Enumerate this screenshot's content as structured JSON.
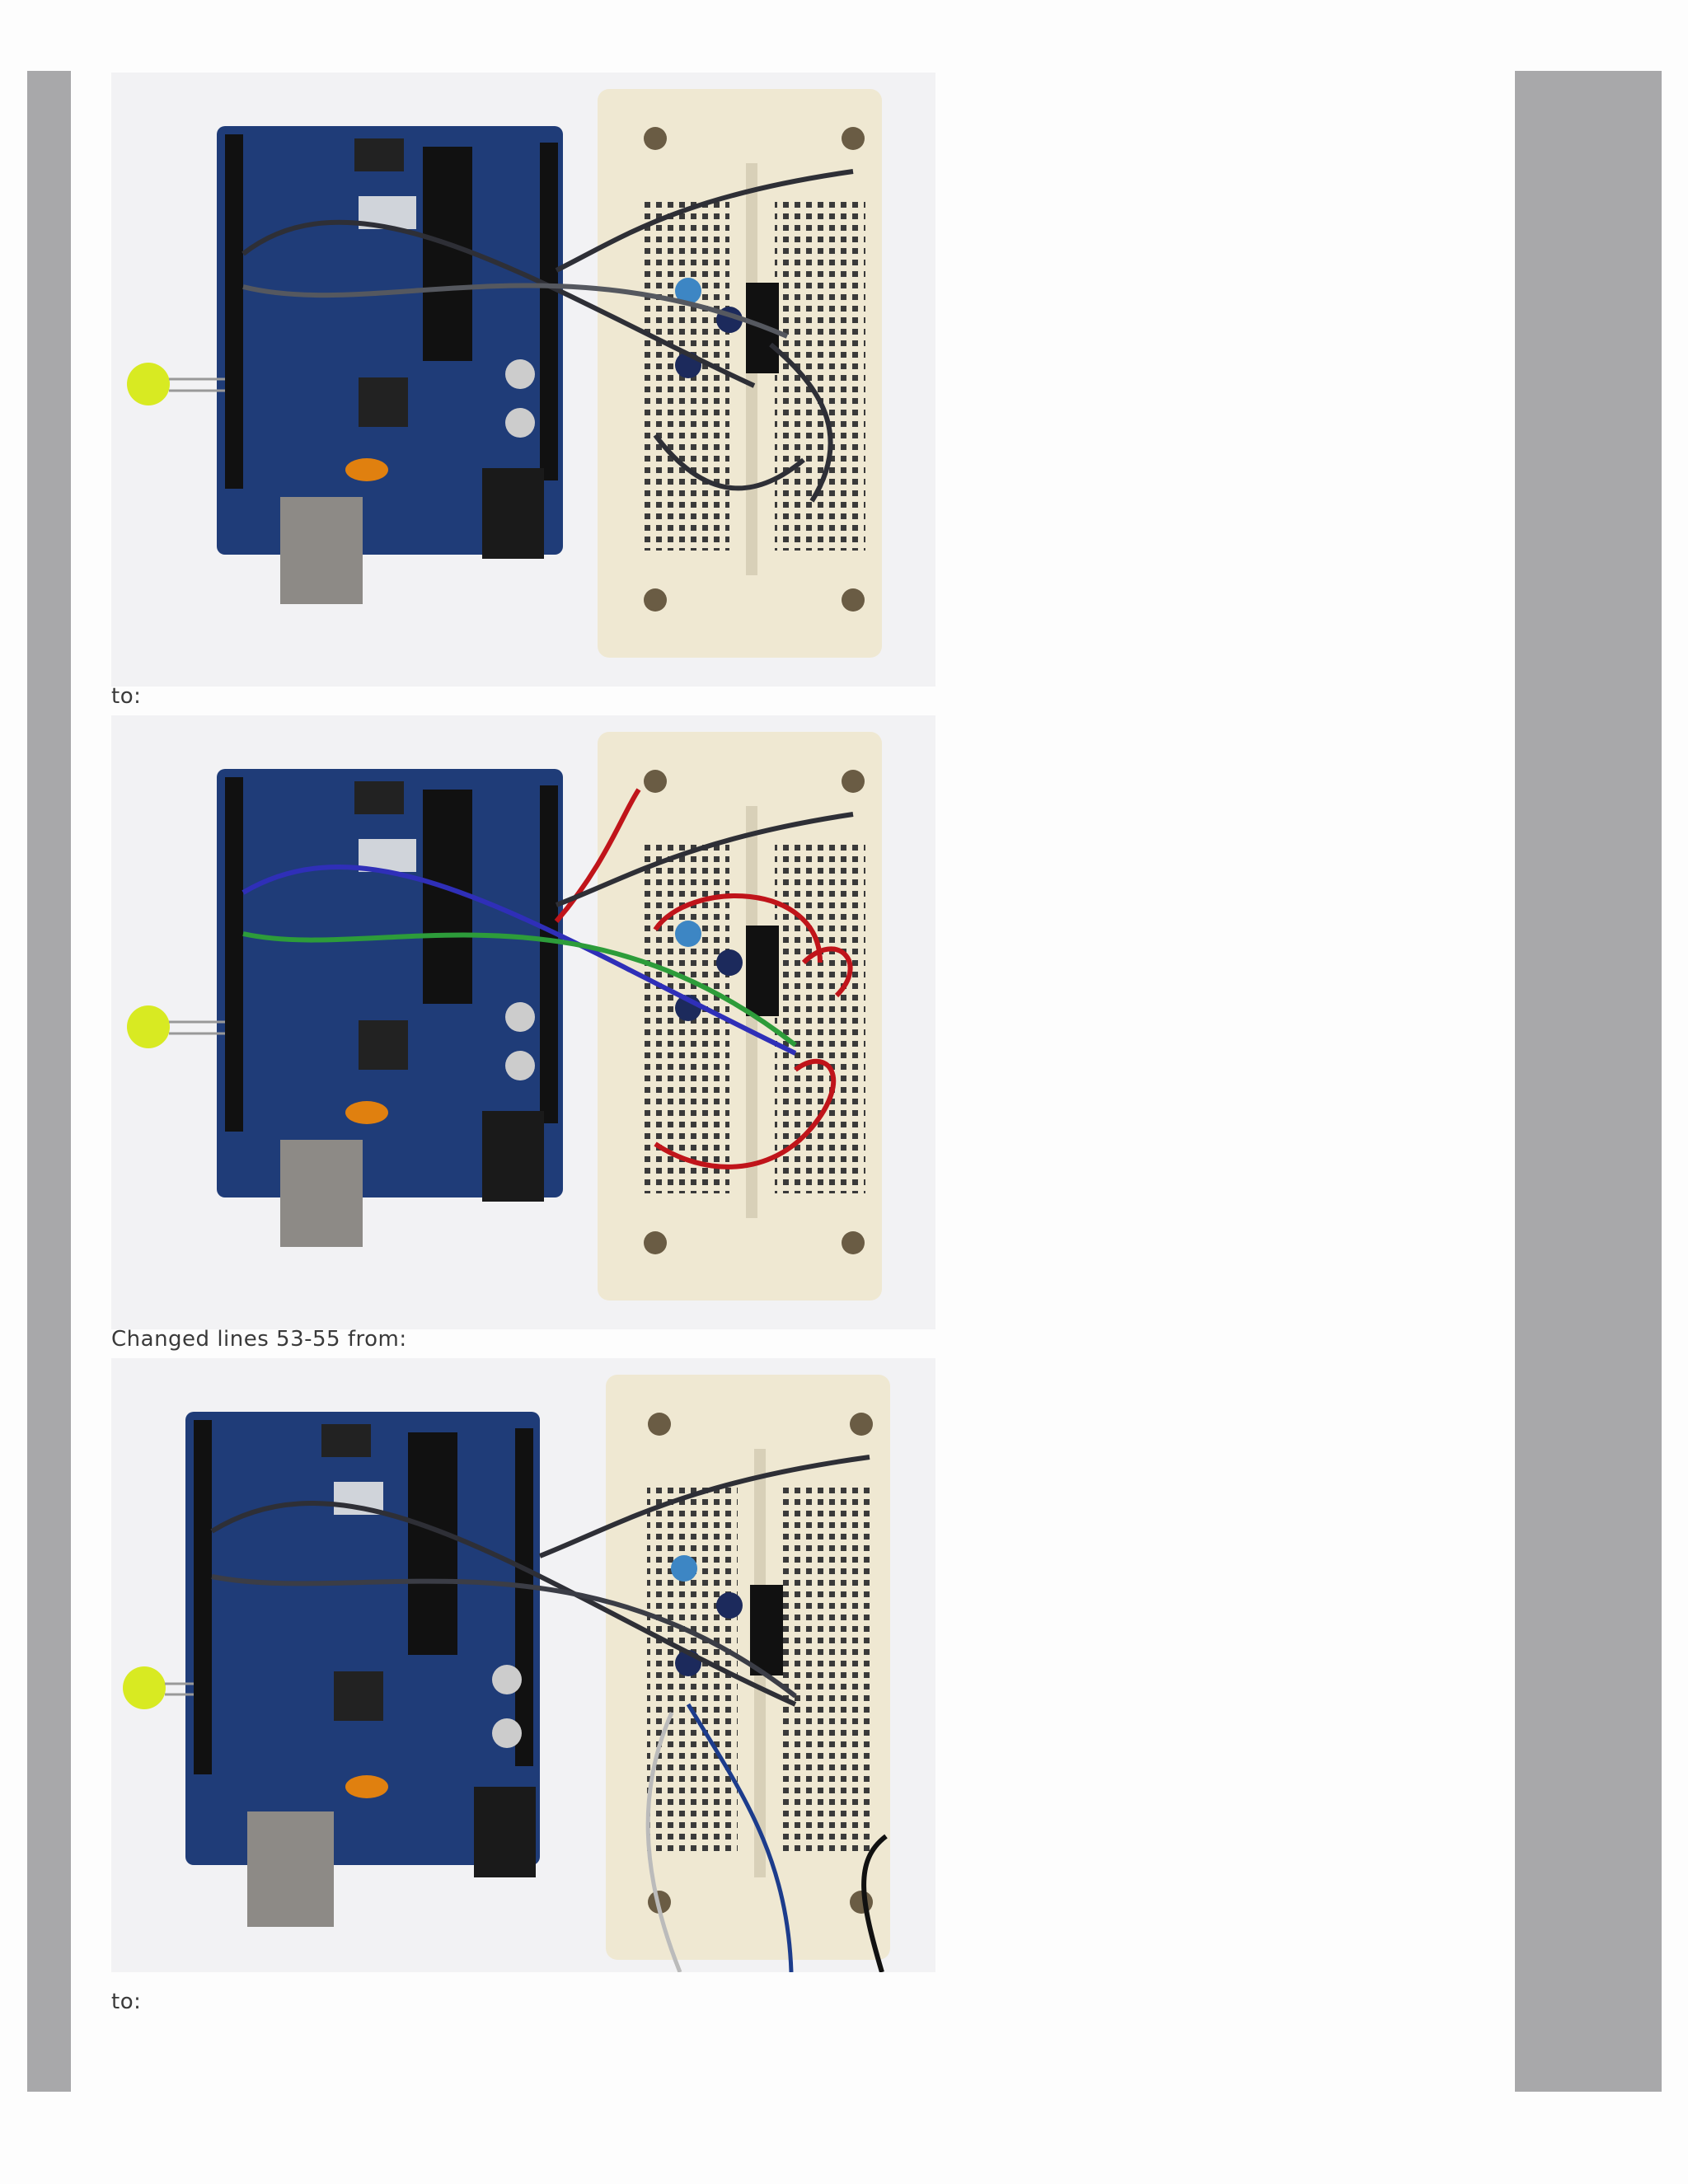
{
  "captions": {
    "to_1": "to:",
    "changed_lines": "Changed lines 53-55 from:",
    "to_2": "to:"
  },
  "photos": [
    {
      "alt": "photo-arduino-breadboard-gray-wires",
      "wire_colors": [
        "#2e2f36",
        "#3b3d46",
        "#55585f"
      ]
    },
    {
      "alt": "photo-arduino-breadboard-colored-wires",
      "wire_colors": [
        "#c0141a",
        "#2f2fb8",
        "#2d9c3a"
      ]
    },
    {
      "alt": "photo-arduino-breadboard-alt-wires",
      "wire_colors": [
        "#2e2f36",
        "#3b3d46",
        "#1c3c8c"
      ]
    }
  ],
  "colors": {
    "page_bg": "#fdfdfd",
    "side_bar": "#a8a8aa",
    "arduino_board": "#1f3c78",
    "breadboard": "#efe8d2",
    "led": "#d8ea22"
  }
}
